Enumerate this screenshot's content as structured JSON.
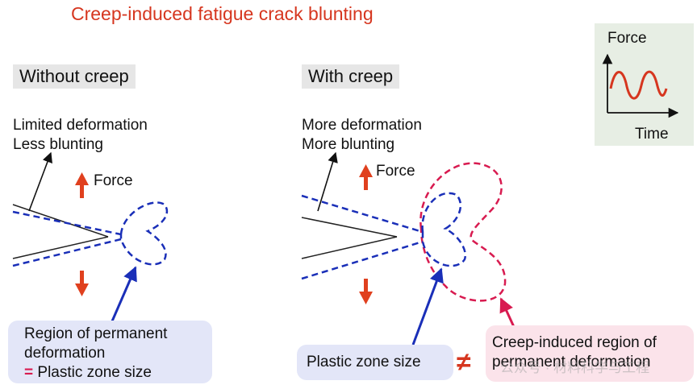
{
  "title": "Creep-induced fatigue crack blunting",
  "left": {
    "header": "Without creep",
    "note_line1": "Limited deformation",
    "note_line2": "Less blunting",
    "force_label": "Force",
    "box_line1": "Region of permanent",
    "box_line2": "deformation",
    "box_line3_prefix": "=",
    "box_line3": "Plastic zone size"
  },
  "right": {
    "header": "With creep",
    "note_line1": "More deformation",
    "note_line2": "More blunting",
    "force_label": "Force",
    "plastic_box": "Plastic zone size",
    "not_equal": "≠",
    "creep_box_line1": "Creep-induced region of",
    "creep_box_line2": "permanent deformation"
  },
  "inset": {
    "y_label": "Force",
    "x_label": "Time"
  },
  "watermark": "公众号 · 材料科学与工程",
  "colors": {
    "title": "#d6361f",
    "force_arrow": "#e0401e",
    "plastic_zone": "#1a2fb8",
    "creep_zone": "#d81b50",
    "left_box_bg": "#e3e6f8",
    "right_blue_box_bg": "#e3e6f8",
    "right_pink_box_bg": "#fbe3ea",
    "inset_bg": "#e7eee4",
    "sine": "#d6361f"
  },
  "icons": [
    "up-arrow-icon",
    "down-arrow-icon",
    "sine-wave-icon"
  ]
}
